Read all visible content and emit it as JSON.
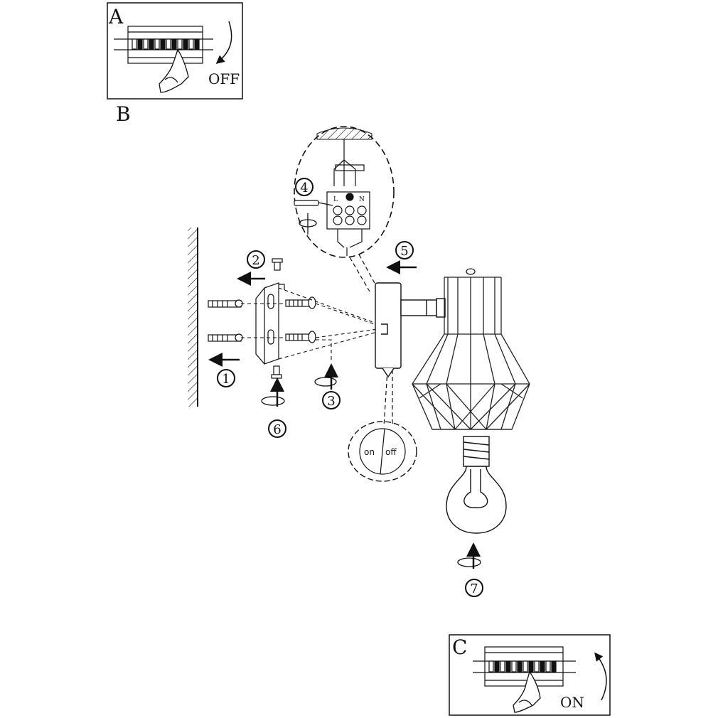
{
  "panels": {
    "a": {
      "letter": "A",
      "label": "OFF"
    },
    "b": {
      "letter": "B"
    },
    "c": {
      "letter": "C",
      "label": "ON"
    }
  },
  "terminal": {
    "left": "L",
    "right": "N"
  },
  "switch": {
    "on": "on",
    "off": "off"
  },
  "steps": [
    "1",
    "2",
    "3",
    "4",
    "5",
    "6",
    "7"
  ]
}
